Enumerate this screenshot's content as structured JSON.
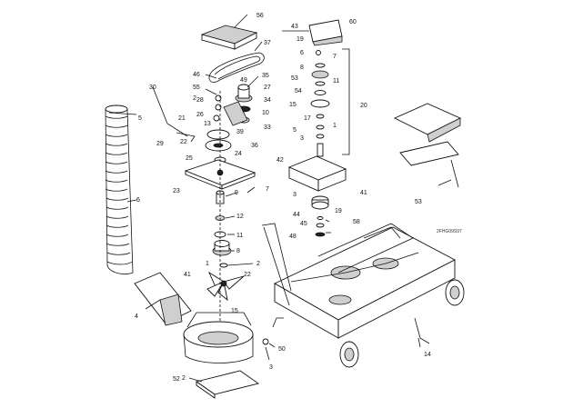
{
  "diagram": {
    "drawing_code": "2FHG09S97",
    "callouts": [
      {
        "id": "c-56",
        "text": "56"
      },
      {
        "id": "c-37",
        "text": "37"
      },
      {
        "id": "c-46",
        "text": "46"
      },
      {
        "id": "c-35",
        "text": "35"
      },
      {
        "id": "c-55",
        "text": "55"
      },
      {
        "id": "c-49",
        "text": "49"
      },
      {
        "id": "c-27",
        "text": "27"
      },
      {
        "id": "c-2a",
        "text": "2"
      },
      {
        "id": "c-28",
        "text": "28"
      },
      {
        "id": "c-34",
        "text": "34"
      },
      {
        "id": "c-26",
        "text": "26"
      },
      {
        "id": "c-10",
        "text": "10"
      },
      {
        "id": "c-13",
        "text": "13"
      },
      {
        "id": "c-33",
        "text": "33"
      },
      {
        "id": "c-39",
        "text": "39"
      },
      {
        "id": "c-36",
        "text": "36"
      },
      {
        "id": "c-24",
        "text": "24"
      },
      {
        "id": "c-22",
        "text": "22"
      },
      {
        "id": "c-25",
        "text": "25"
      },
      {
        "id": "c-23",
        "text": "23"
      },
      {
        "id": "c-30",
        "text": "30"
      },
      {
        "id": "c-21",
        "text": "21"
      },
      {
        "id": "c-29",
        "text": "29"
      },
      {
        "id": "c-5",
        "text": "5"
      },
      {
        "id": "c-6",
        "text": "6"
      },
      {
        "id": "c-7",
        "text": "7"
      },
      {
        "id": "c-9",
        "text": "9"
      },
      {
        "id": "c-12",
        "text": "12"
      },
      {
        "id": "c-11",
        "text": "11"
      },
      {
        "id": "c-8",
        "text": "8"
      },
      {
        "id": "c-1",
        "text": "1"
      },
      {
        "id": "c-2b",
        "text": "2"
      },
      {
        "id": "c-41",
        "text": "41"
      },
      {
        "id": "c-22b",
        "text": "22"
      },
      {
        "id": "c-4",
        "text": "4"
      },
      {
        "id": "c-15",
        "text": "15"
      },
      {
        "id": "c-3",
        "text": "3"
      },
      {
        "id": "c-2c",
        "text": "2"
      },
      {
        "id": "c-50",
        "text": "50"
      },
      {
        "id": "c-43",
        "text": "43"
      },
      {
        "id": "c-60",
        "text": "60"
      },
      {
        "id": "c-19",
        "text": "19"
      },
      {
        "id": "c-6b",
        "text": "6"
      },
      {
        "id": "c-7b",
        "text": "7"
      },
      {
        "id": "c-8b",
        "text": "8"
      },
      {
        "id": "c-53",
        "text": "53"
      },
      {
        "id": "c-11b",
        "text": "11"
      },
      {
        "id": "c-54",
        "text": "54"
      },
      {
        "id": "c-20",
        "text": "20"
      },
      {
        "id": "c-15b",
        "text": "15"
      },
      {
        "id": "c-17",
        "text": "17"
      },
      {
        "id": "c-5b",
        "text": "5"
      },
      {
        "id": "c-1b",
        "text": "1"
      },
      {
        "id": "c-3b",
        "text": "3"
      },
      {
        "id": "c-42",
        "text": "42"
      },
      {
        "id": "c-41b",
        "text": "41"
      },
      {
        "id": "c-3c",
        "text": "3"
      },
      {
        "id": "c-44",
        "text": "44"
      },
      {
        "id": "c-19b",
        "text": "19"
      },
      {
        "id": "c-58",
        "text": "58"
      },
      {
        "id": "c-45",
        "text": "45"
      },
      {
        "id": "c-48",
        "text": "48"
      },
      {
        "id": "c-53b",
        "text": "53"
      },
      {
        "id": "c-14",
        "text": "14"
      },
      {
        "id": "c-52",
        "text": "52"
      }
    ]
  }
}
